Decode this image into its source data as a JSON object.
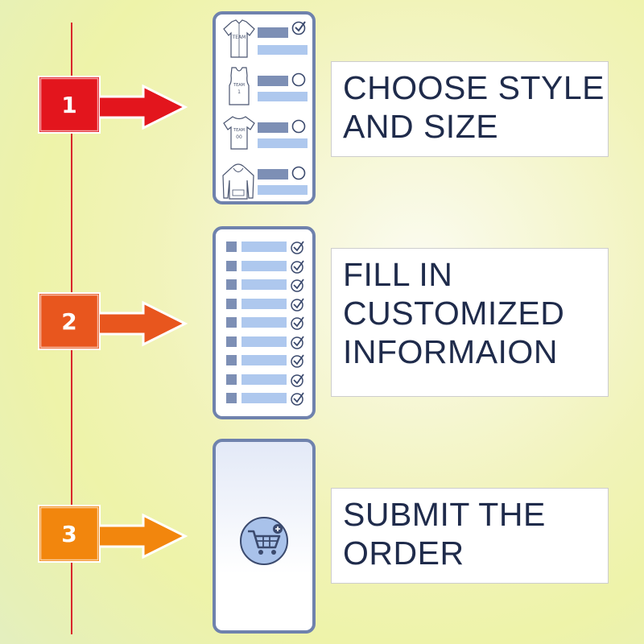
{
  "steps": [
    {
      "number": "1",
      "color": "#e3151d",
      "border": "#b50d14",
      "text_lines": [
        "CHOOSE STYLE",
        "AND SIZE"
      ],
      "options": [
        {
          "garment": "jersey-icon",
          "checked": true
        },
        {
          "garment": "tank-top-icon",
          "checked": false
        },
        {
          "garment": "t-shirt-icon",
          "checked": false
        },
        {
          "garment": "hoodie-icon",
          "checked": false
        }
      ]
    },
    {
      "number": "2",
      "color": "#e8561e",
      "border": "#c4400f",
      "text_lines": [
        "FILL IN",
        "CUSTOMIZED",
        "INFORMAION"
      ],
      "form_rows": 9
    },
    {
      "number": "3",
      "color": "#f2860d",
      "border": "#d06b05",
      "text_lines": [
        "SUBMIT THE",
        "ORDER"
      ],
      "icon": "shopping-cart-add-icon"
    }
  ],
  "colors": {
    "timeline": "#d9262c",
    "phone_border": "#6f82ad",
    "bar_dark": "#7d8fb5",
    "bar_light": "#aec8ee",
    "text": "#1f2b4b",
    "cart_circle": "#a9c2ea"
  }
}
